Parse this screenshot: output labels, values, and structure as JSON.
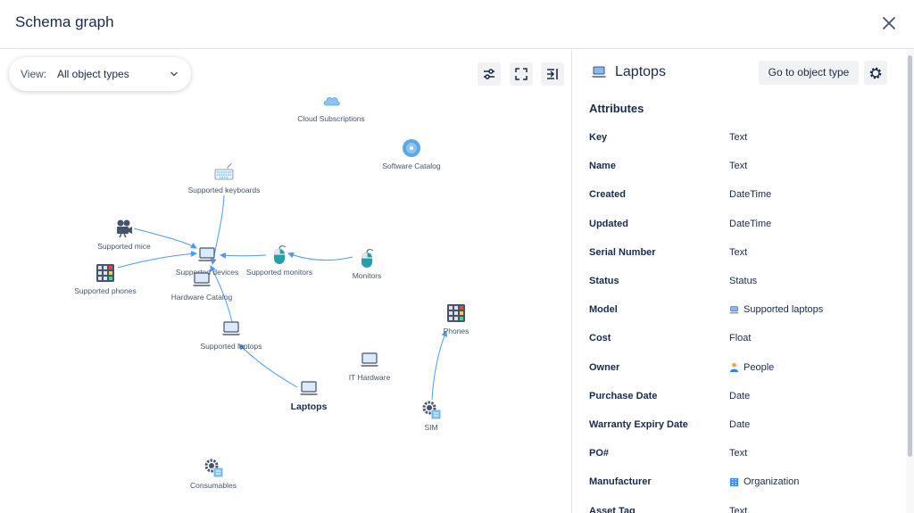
{
  "header": {
    "title": "Schema graph"
  },
  "graph": {
    "view_label": "View:",
    "view_value": "All object types",
    "nodes": {
      "cloud_subscriptions": "Cloud Subscriptions",
      "software_catalog": "Software Catalog",
      "supported_keyboards": "Supported keyboards",
      "supported_mice": "Supported mice",
      "supported_devices": "Supported devices",
      "supported_monitors": "Supported monitors",
      "monitors": "Monitors",
      "supported_phones": "Supported phones",
      "hardware_catalog": "Hardware Catalog",
      "supported_laptops": "Supported laptops",
      "phones": "Phones",
      "it_hardware": "IT Hardware",
      "laptops": "Laptops",
      "sim": "SIM",
      "consumables": "Consumables"
    }
  },
  "panel": {
    "title": "Laptops",
    "goto_label": "Go to object type",
    "section_title": "Attributes",
    "attributes": [
      {
        "key": "Key",
        "value": "Text"
      },
      {
        "key": "Name",
        "value": "Text"
      },
      {
        "key": "Created",
        "value": "DateTime"
      },
      {
        "key": "Updated",
        "value": "DateTime"
      },
      {
        "key": "Serial Number",
        "value": "Text"
      },
      {
        "key": "Status",
        "value": "Status"
      },
      {
        "key": "Model",
        "value": "Supported laptops",
        "icon": "laptop-icon"
      },
      {
        "key": "Cost",
        "value": "Float"
      },
      {
        "key": "Owner",
        "value": "People",
        "icon": "person-icon"
      },
      {
        "key": "Purchase Date",
        "value": "Date"
      },
      {
        "key": "Warranty Expiry Date",
        "value": "Date"
      },
      {
        "key": "PO#",
        "value": "Text"
      },
      {
        "key": "Manufacturer",
        "value": "Organization",
        "icon": "building-icon"
      },
      {
        "key": "Asset Tag",
        "value": "Text"
      }
    ]
  },
  "colors": {
    "edge": "#4c9aff",
    "accent": "#0c66e4",
    "text": "#172b4d",
    "subtle": "#44546f"
  }
}
